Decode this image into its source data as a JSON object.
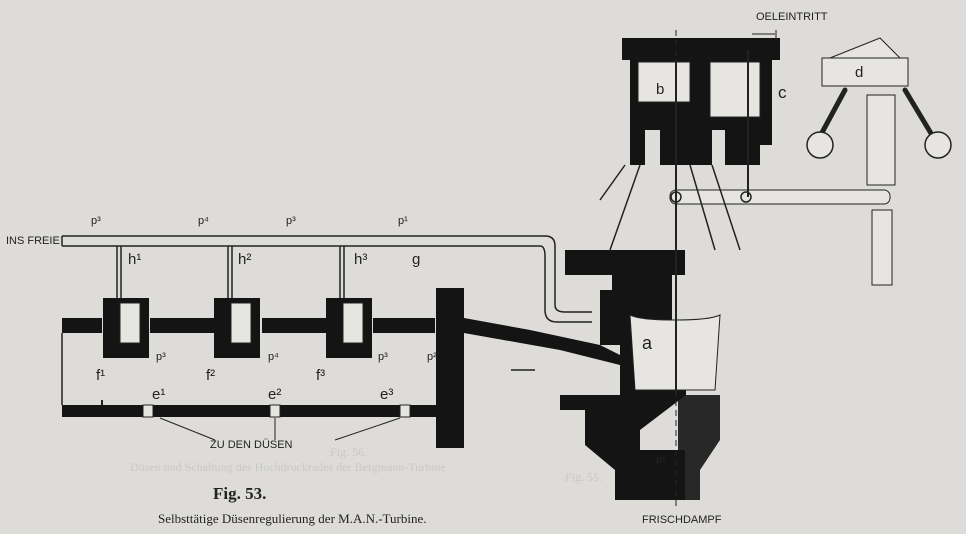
{
  "figure": {
    "title": "Fig. 53.",
    "caption": "Selbsttätige Düsenregulierung der M.A.N.-Turbine."
  },
  "labels": {
    "ins_freie": "INS FREIE",
    "oeleintritt": "OELEINTRITT",
    "zu_den_duesen": "ZU DEN DÜSEN",
    "frischdampf": "FRISCHDAMPF",
    "a": "a",
    "b": "b",
    "c": "c",
    "d": "d",
    "g": "g",
    "h1": "h¹",
    "h2": "h²",
    "h3": "h³",
    "f1": "f¹",
    "f2": "f²",
    "f3": "f³",
    "e1": "e¹",
    "e2": "e²",
    "e3": "e³",
    "pipe_p": [
      "p³",
      "p⁴",
      "p³",
      "p¹"
    ],
    "valve_p": [
      "p³",
      "p⁴",
      "p³"
    ],
    "p2": "p²",
    "p1": "p¹"
  },
  "bleed_through": {
    "fig_ref": "Fig. 55.",
    "fig_ref2": "Fig. 56.",
    "line": "Düsen und Schaltung des Hochdruckrades der Bergmann-Turbine"
  }
}
